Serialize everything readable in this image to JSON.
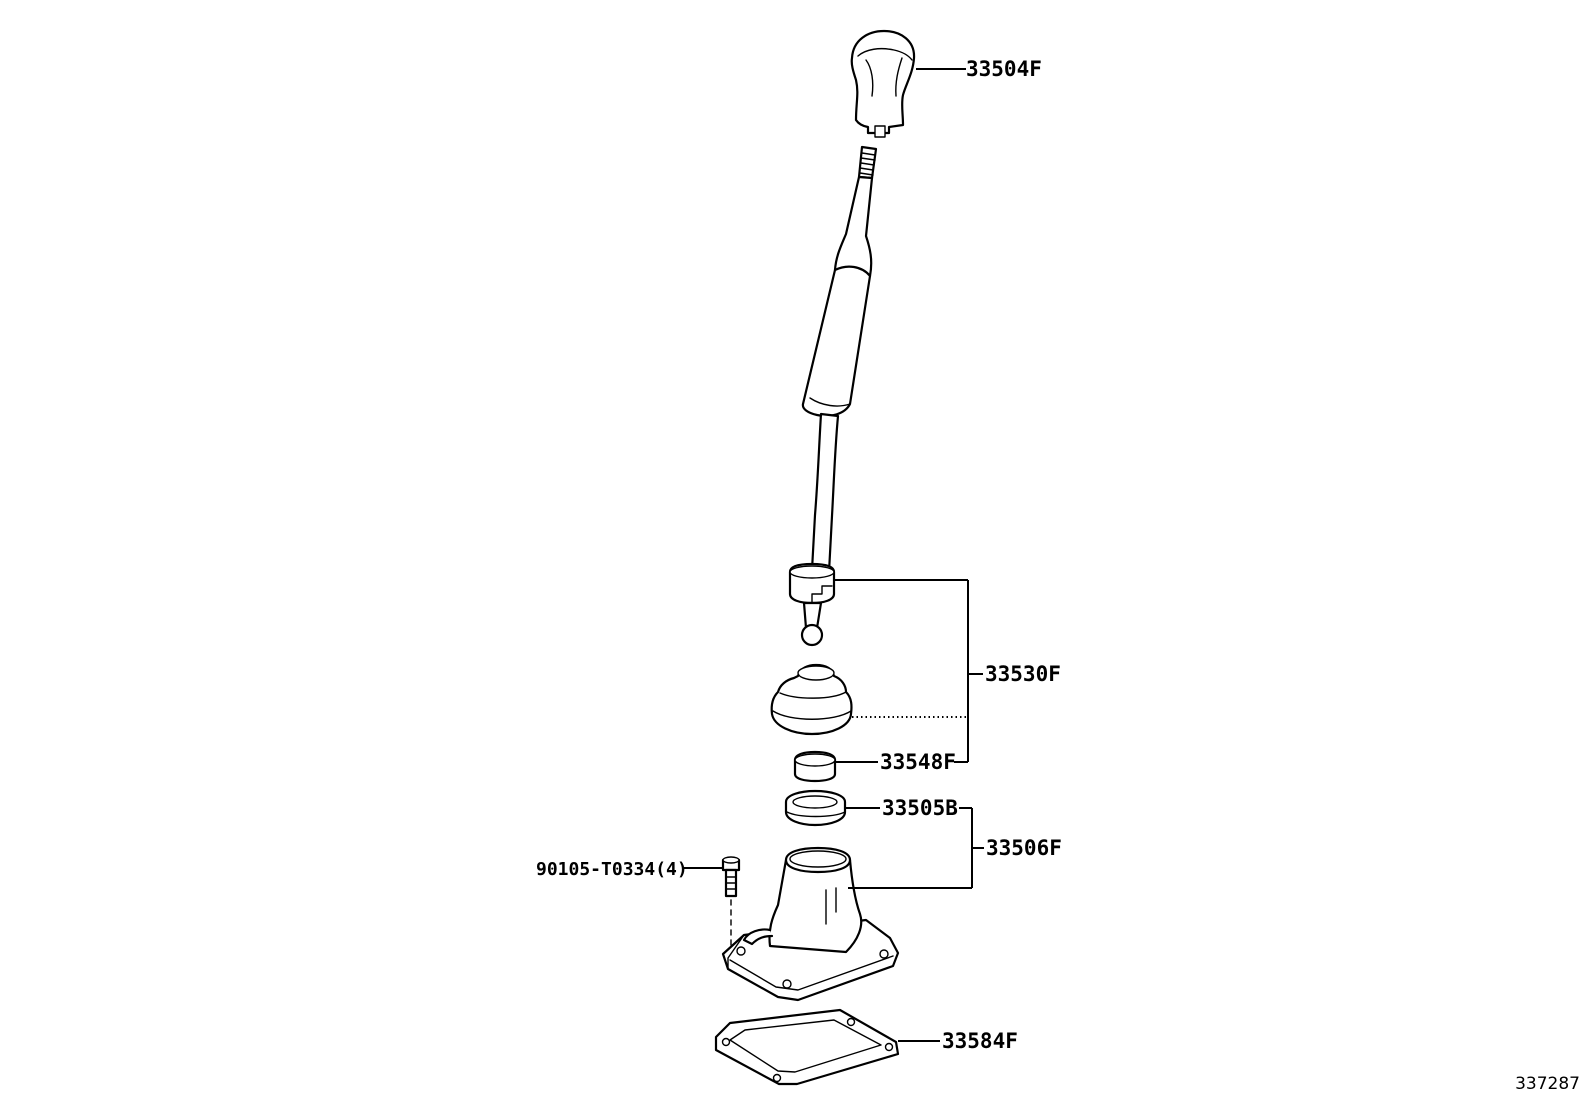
{
  "diagram": {
    "figure_id": "337287",
    "callouts": {
      "knob": "33504F",
      "lever_assembly": "33530F",
      "bushing": "33548F",
      "seat": "33505B",
      "retainer": "33506F",
      "bolt": "90105-T0334(4)",
      "gasket": "33584F"
    }
  }
}
